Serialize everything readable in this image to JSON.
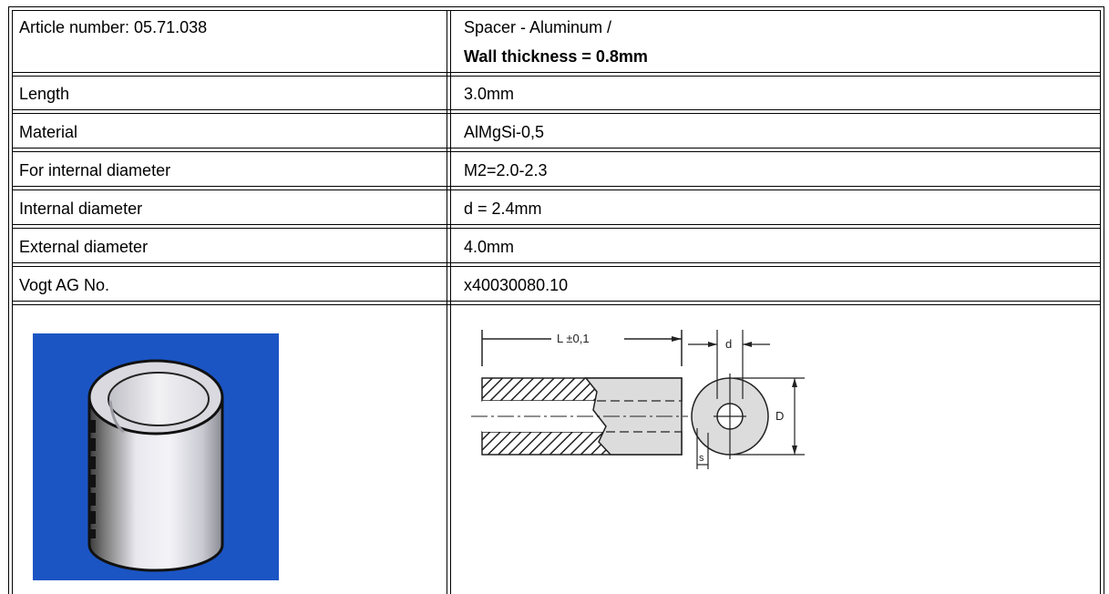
{
  "header": {
    "article_number": "Article number: 05.71.038",
    "product_line1": "Spacer - Aluminum /",
    "product_line2": "Wall thickness = 0.8mm"
  },
  "rows": [
    {
      "label": "Length",
      "value": "3.0mm"
    },
    {
      "label": "Material",
      "value": "AlMgSi-0,5"
    },
    {
      "label": "For internal diameter",
      "value": "M2=2.0-2.3"
    },
    {
      "label": "Internal diameter",
      "value": "d = 2.4mm"
    },
    {
      "label": "External diameter",
      "value": "4.0mm"
    },
    {
      "label": "Vogt AG No.",
      "value": "x40030080.10"
    }
  ],
  "drawing": {
    "length_label": "L ±0,1",
    "inner_label": "d",
    "outer_label": "D",
    "wall_label": "s"
  },
  "colors": {
    "photo_background": "#1b55c4",
    "hatch_fill": "#dcdcdc"
  }
}
